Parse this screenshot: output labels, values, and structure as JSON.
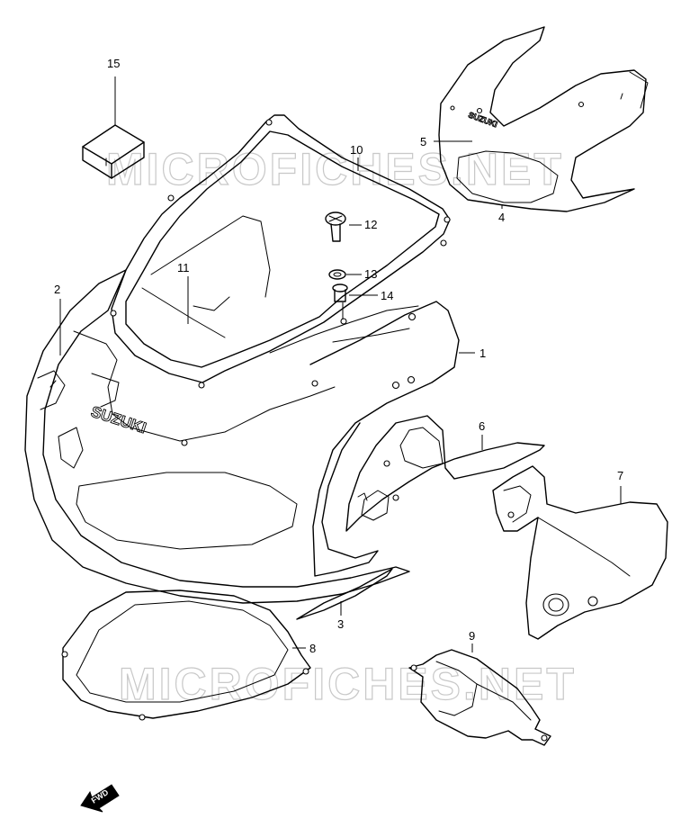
{
  "watermarks": [
    "MICROFICHES.NET",
    "MICROFICHES.NET"
  ],
  "brand_text": [
    "SUZUKI",
    "SUZUKI"
  ],
  "fwd_label": "FWD",
  "callouts": [
    {
      "id": "1",
      "label": "1"
    },
    {
      "id": "2",
      "label": "2"
    },
    {
      "id": "3",
      "label": "3"
    },
    {
      "id": "4",
      "label": "4"
    },
    {
      "id": "5",
      "label": "5"
    },
    {
      "id": "6",
      "label": "6"
    },
    {
      "id": "7",
      "label": "7"
    },
    {
      "id": "8",
      "label": "8"
    },
    {
      "id": "9",
      "label": "9"
    },
    {
      "id": "10",
      "label": "10"
    },
    {
      "id": "11",
      "label": "11"
    },
    {
      "id": "12",
      "label": "12"
    },
    {
      "id": "13",
      "label": "13"
    },
    {
      "id": "14",
      "label": "14"
    },
    {
      "id": "15",
      "label": "15"
    }
  ]
}
